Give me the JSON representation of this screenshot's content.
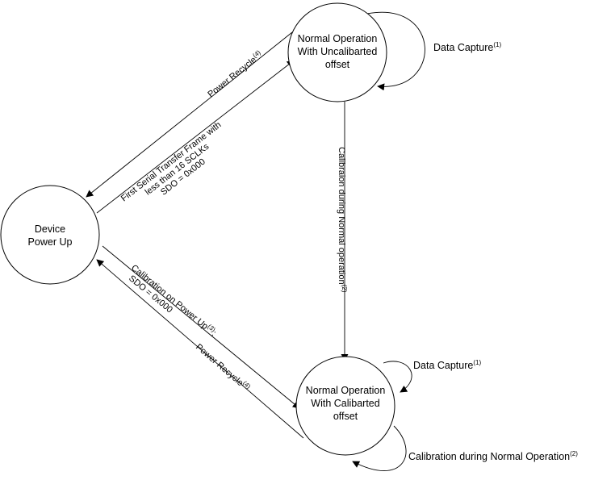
{
  "states": {
    "power_up": {
      "line1": "Device",
      "line2": "Power Up"
    },
    "uncalibrated": {
      "line1": "Normal Operation",
      "line2": "With Uncalibarted",
      "line3": "offset"
    },
    "calibrated": {
      "line1": "Normal Operation",
      "line2": "With Calibarted",
      "line3": "offset"
    }
  },
  "transitions": {
    "power_recycle_top": {
      "text": "Power Recycle",
      "note": "(4)"
    },
    "first_frame": {
      "line1": "First Serial Transfer Frame with",
      "line2": "less than 16 SCLKs",
      "line3": "SDO = 0x000"
    },
    "data_capture_top": {
      "text": "Data Capture",
      "note": "(1)"
    },
    "calibration_normal_vertical": {
      "text": "Calibraion during Normal operation",
      "note": "(2)"
    },
    "calibration_power_up": {
      "text": "Calibration on Power Up",
      "note": "(3)",
      "suffix": ";",
      "line2": "SDO = 0x000"
    },
    "power_recycle_bottom": {
      "text": "Power Recycle",
      "note": "(4)"
    },
    "data_capture_bottom": {
      "text": "Data Capture",
      "note": "(1)"
    },
    "calibration_normal_loop": {
      "text": "Calibration during Normal Operation",
      "note": "(2)"
    }
  },
  "colors": {
    "stroke": "#000000",
    "background": "#ffffff"
  }
}
